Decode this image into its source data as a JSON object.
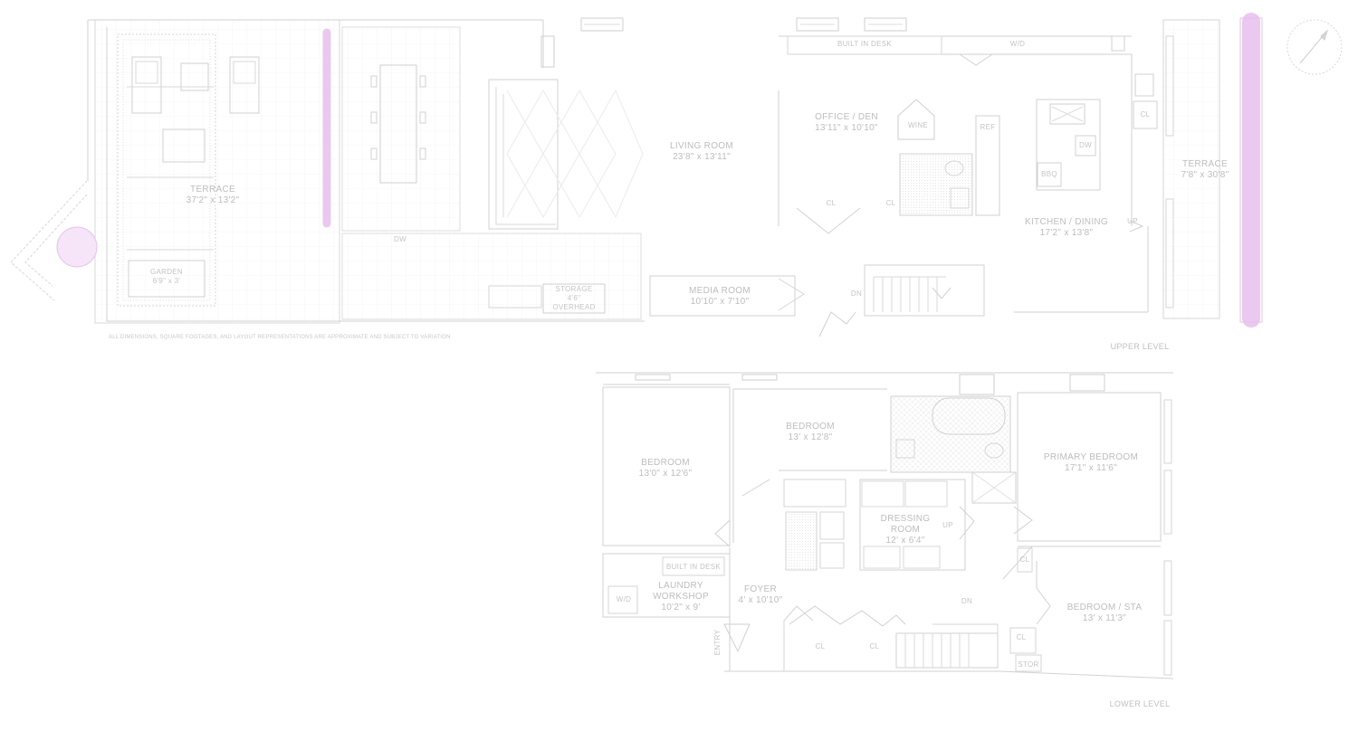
{
  "levels": {
    "upper": "UPPER LEVEL",
    "lower": "LOWER LEVEL"
  },
  "disclaimer": "ALL DIMENSIONS, SQUARE FOOTAGES, AND LAYOUT REPRESENTATIONS ARE APPROXIMATE AND SUBJECT TO VARIATION",
  "upper_rooms": {
    "terrace_left": {
      "name": "TERRACE",
      "dims": "37'2\" x 13'2\""
    },
    "garden_box": {
      "name": "GARDEN",
      "dims": "6'9\" x 3'"
    },
    "living_room": {
      "name": "LIVING ROOM",
      "dims": "23'8\" x 13'11\""
    },
    "office": {
      "name": "OFFICE / DEN",
      "dims": "13'11\" x 10'10\""
    },
    "kitchen": {
      "name": "KITCHEN / DINING",
      "dims": "17'2\" x 13'8\""
    },
    "terrace_right": {
      "name": "TERRACE",
      "dims": "7'8\" x 30'8\""
    },
    "media_room": {
      "name": "MEDIA ROOM",
      "dims": "10'10\" x 7'10\""
    },
    "storage": {
      "name": "STORAGE",
      "line2": "4'6\"",
      "line3": "OVERHEAD"
    },
    "built_in_desk": "BUILT IN DESK",
    "dw": "DW",
    "wd": "W/D",
    "ref": "REF",
    "dw2": "DW",
    "wine": "WINE",
    "cl1": "CL",
    "cl2": "CL",
    "bbq": "BBQ",
    "up": "UP",
    "dn": "DN",
    "cl3": "CL"
  },
  "lower_rooms": {
    "bedroom_left": {
      "name": "BEDROOM",
      "dims": "13'0\" x 12'6\""
    },
    "bedroom_mid": {
      "name": "BEDROOM",
      "dims": "13' x 12'8\""
    },
    "primary": {
      "name": "PRIMARY BEDROOM",
      "dims": "17'1\" x 11'6\""
    },
    "dressing": {
      "name": "DRESSING",
      "line2": "ROOM",
      "dims": "12' x 6'4\""
    },
    "laundry": {
      "name": "LAUNDRY",
      "line2": "WORKSHOP",
      "dims": "10'2\" x 9'"
    },
    "foyer": {
      "name": "FOYER",
      "dims": "4' x 10'10\""
    },
    "bedroom_sta": {
      "name": "BEDROOM / STA",
      "dims": "13' x 11'3\""
    },
    "built_in_desk": "BUILT IN DESK",
    "wd": "W/D",
    "cl1": "CL",
    "cl2": "CL",
    "cl3": "CL",
    "cl4": "CL",
    "up": "UP",
    "dn": "DN",
    "entry": "ENTRY",
    "stor": "STOR"
  }
}
